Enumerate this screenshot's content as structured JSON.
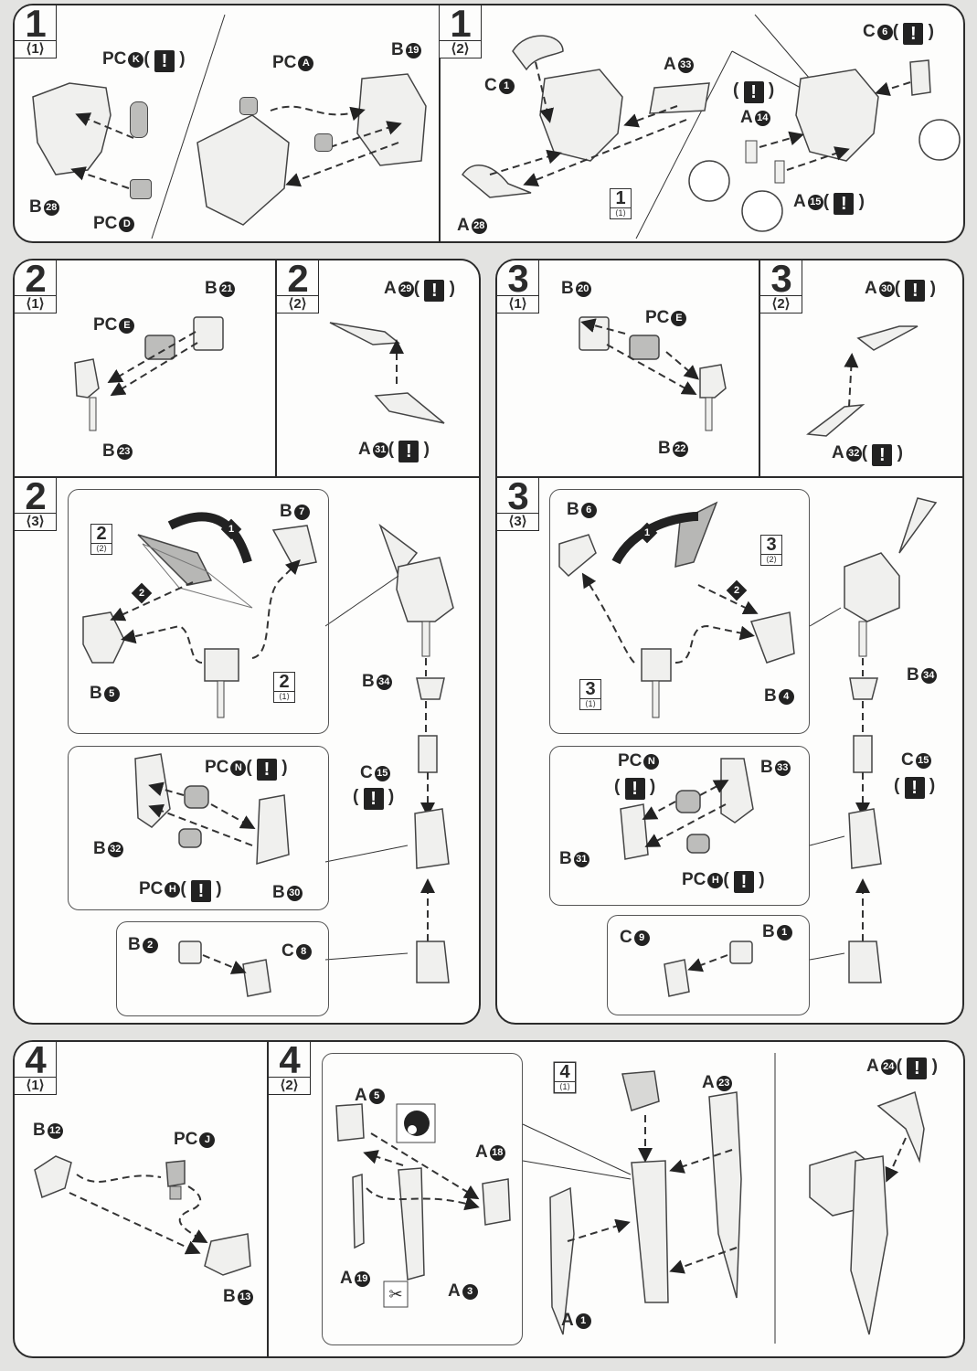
{
  "document": {
    "type": "assembly-instructions",
    "section": "arms-and-backpack"
  },
  "steps": {
    "s1_1": {
      "step": "1",
      "sub": "⟨1⟩",
      "labels": {
        "pck": "PC",
        "pck_c": "K",
        "pca": "PC",
        "pca_c": "A",
        "b19": "B",
        "b19_c": "19",
        "b28": "B",
        "b28_c": "28",
        "pcd": "PC",
        "pcd_c": "D"
      }
    },
    "s1_2": {
      "step": "1",
      "sub": "⟨2⟩",
      "labels": {
        "c1": "C",
        "c1_c": "1",
        "a33": "A",
        "a33_c": "33",
        "a28": "A",
        "a28_c": "28",
        "ref_num": "1",
        "ref_sub": "⟨1⟩",
        "c6": "C",
        "c6_c": "6",
        "a14": "A",
        "a14_c": "14",
        "a15": "A",
        "a15_c": "15"
      }
    },
    "s2_1": {
      "step": "2",
      "sub": "⟨1⟩",
      "labels": {
        "b21": "B",
        "b21_c": "21",
        "pce": "PC",
        "pce_c": "E",
        "b23": "B",
        "b23_c": "23"
      }
    },
    "s2_2": {
      "step": "2",
      "sub": "⟨2⟩",
      "labels": {
        "a29": "A",
        "a29_c": "29",
        "a31": "A",
        "a31_c": "31"
      }
    },
    "s3_1": {
      "step": "3",
      "sub": "⟨1⟩",
      "labels": {
        "b20": "B",
        "b20_c": "20",
        "pce": "PC",
        "pce_c": "E",
        "b22": "B",
        "b22_c": "22"
      }
    },
    "s3_2": {
      "step": "3",
      "sub": "⟨2⟩",
      "labels": {
        "a30": "A",
        "a30_c": "30",
        "a32": "A",
        "a32_c": "32"
      }
    },
    "s2_3": {
      "step": "2",
      "sub": "⟨3⟩",
      "labels": {
        "ref22": "2",
        "ref22_sub": "⟨2⟩",
        "ref21": "2",
        "ref21_sub": "⟨1⟩",
        "b7": "B",
        "b7_c": "7",
        "b5": "B",
        "b5_c": "5",
        "d1": "1",
        "d2": "2",
        "b34": "B",
        "b34_c": "34",
        "c15": "C",
        "c15_c": "15",
        "pcn": "PC",
        "pcn_c": "N",
        "b32": "B",
        "b32_c": "32",
        "pch": "PC",
        "pch_c": "H",
        "b30": "B",
        "b30_c": "30",
        "b2": "B",
        "b2_c": "2",
        "c8": "C",
        "c8_c": "8"
      }
    },
    "s3_3": {
      "step": "3",
      "sub": "⟨3⟩",
      "labels": {
        "ref32": "3",
        "ref32_sub": "⟨2⟩",
        "ref31": "3",
        "ref31_sub": "⟨1⟩",
        "b6": "B",
        "b6_c": "6",
        "b4": "B",
        "b4_c": "4",
        "d1": "1",
        "d2": "2",
        "b34": "B",
        "b34_c": "34",
        "c15": "C",
        "c15_c": "15",
        "pcn": "PC",
        "pcn_c": "N",
        "b33": "B",
        "b33_c": "33",
        "pch": "PC",
        "pch_c": "H",
        "b31": "B",
        "b31_c": "31",
        "c9": "C",
        "c9_c": "9",
        "b1": "B",
        "b1_c": "1"
      }
    },
    "s4_1": {
      "step": "4",
      "sub": "⟨1⟩",
      "labels": {
        "b12": "B",
        "b12_c": "12",
        "pcj": "PC",
        "pcj_c": "J",
        "b13": "B",
        "b13_c": "13"
      }
    },
    "s4_2": {
      "step": "4",
      "sub": "⟨2⟩",
      "labels": {
        "a5": "A",
        "a5_c": "5",
        "a18": "A",
        "a18_c": "18",
        "a19": "A",
        "a19_c": "19",
        "a3": "A",
        "a3_c": "3",
        "ref41": "4",
        "ref41_sub": "⟨1⟩",
        "a23": "A",
        "a23_c": "23",
        "a1": "A",
        "a1_c": "1",
        "a24": "A",
        "a24_c": "24"
      }
    }
  },
  "icons": {
    "warning": "!",
    "paint_mark": "black-circle-paint-icon",
    "nipper": "nipper-cut-icon"
  }
}
